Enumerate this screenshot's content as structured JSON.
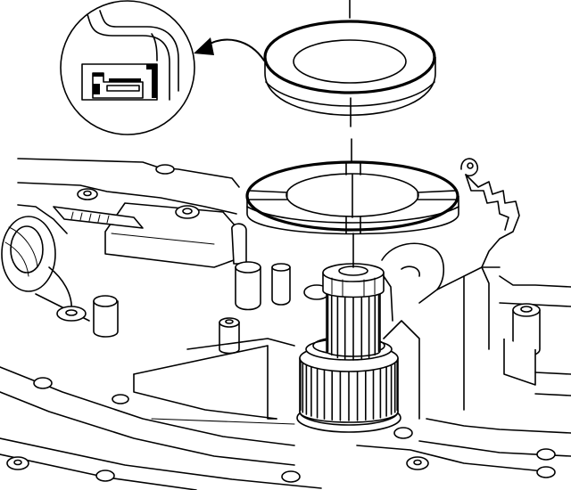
{
  "figure": {
    "background": "#ffffff",
    "line_color": "#000000",
    "components": [
      "detail-callout-circle",
      "curved-callout-arrow",
      "upper-thrust-washer",
      "lower-thrust-bearing",
      "splined-input-shaft",
      "reaction-sun-gear",
      "transmission-case-housing",
      "retaining-clip",
      "vertical-alignment-axis"
    ]
  }
}
